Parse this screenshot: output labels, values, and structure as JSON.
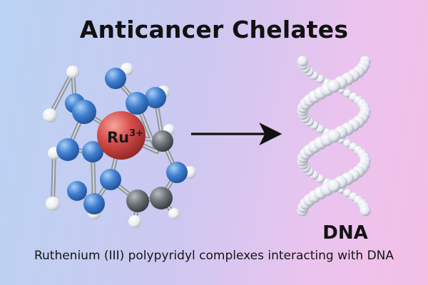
{
  "title": "Anticancer Chelates",
  "metal_ion": {
    "symbol": "Ru",
    "charge": "3+"
  },
  "target_label": "DNA",
  "caption": "Ruthenium (III) polypyridyl complexes interacting with DNA",
  "colors": {
    "metal": "#d9504e",
    "nitrogen": "#3f7fd0",
    "carbon": "#6b7176",
    "hydrogen": "#f2f3f5",
    "dna_backbone": "#e4e7f0",
    "dna_basepair": "#5a8fd8",
    "arrow": "#111111"
  },
  "icons": {
    "arrow": "right-arrow-icon"
  }
}
